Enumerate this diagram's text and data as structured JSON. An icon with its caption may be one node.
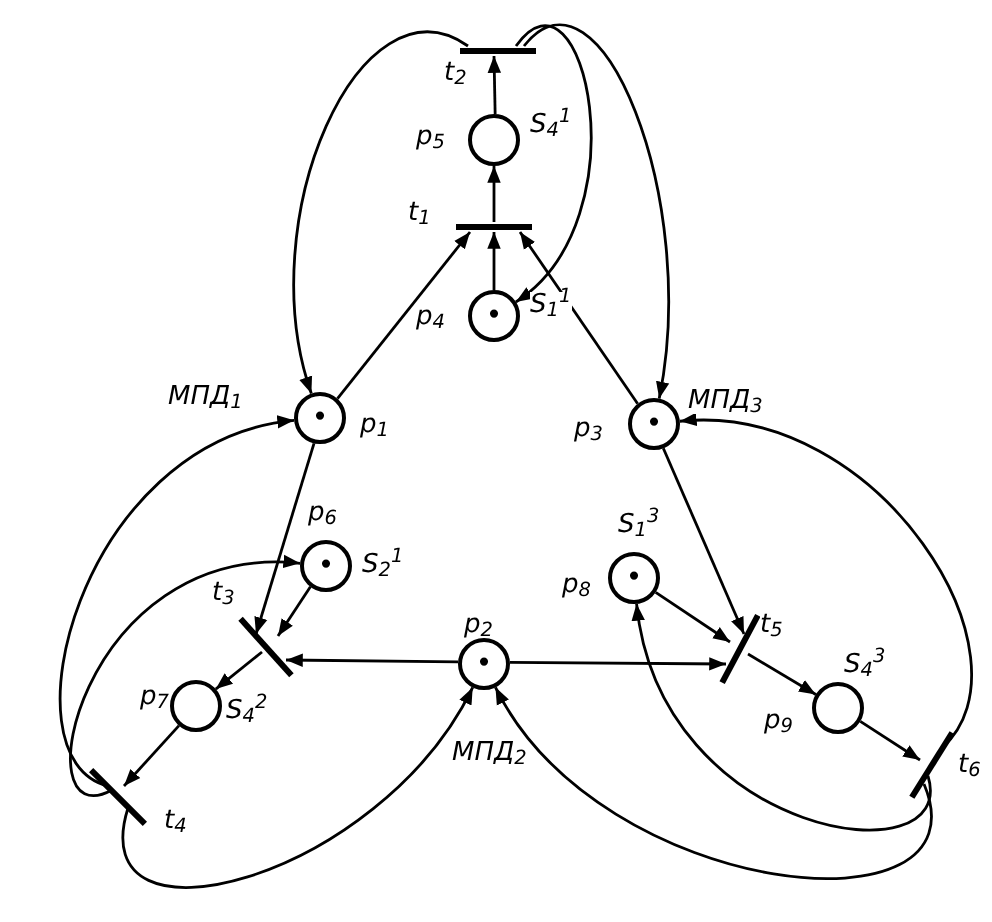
{
  "diagram": {
    "nodes": [
      {
        "text": [],
        "shape": "bar",
        "beside": [
          "t$_{2}$"
        ]
      },
      {
        "text": [],
        "shape": "circle",
        "beside": [
          "p$_{5}$",
          "S$_{4}$$^{1}$"
        ]
      },
      {
        "text": [],
        "shape": "bar",
        "beside": [
          "t$_{1}$"
        ]
      },
      {
        "text": [
          "•"
        ],
        "beside": [
          "p$_{4}$",
          "S$_{1}$$^{1}$"
        ]
      },
      {
        "text": [
          "•"
        ],
        "beside": [
          "p$_{1}$",
          "МПД$_{1}$"
        ]
      },
      {
        "text": [
          "•"
        ],
        "beside": [
          "p$_{3}$",
          "МПД$_{3}$"
        ]
      },
      {
        "text": [
          "•"
        ],
        "beside": [
          "p$_{6}$",
          "S$_{2}$$^{1}$"
        ]
      },
      {
        "text": [
          "•"
        ],
        "beside": [
          "p$_{8}$",
          "S$_{1}$$^{3}$"
        ]
      },
      {
        "text": [
          "•"
        ],
        "beside": [
          "p$_{2}$",
          "МПД$_{2}$"
        ]
      },
      {
        "text": [],
        "shape": "bar",
        "beside": [
          "t$_{3}$"
        ]
      },
      {
        "text": [],
        "shape": "bar",
        "beside": [
          "t$_{5}$"
        ]
      },
      {
        "text": [],
        "shape": "circle",
        "beside": [
          "p$_{7}$",
          "S$_{4}$$^{2}$"
        ]
      },
      {
        "text": [],
        "shape": "circle",
        "beside": [
          "p$_{9}$",
          "S$_{4}$$^{3}$"
        ]
      },
      {
        "text": [],
        "shape": "bar",
        "beside": [
          "t$_{4}$"
        ]
      },
      {
        "text": [],
        "shape": "bar",
        "beside": [
          "t$_{6}$"
        ]
      }
    ],
    "edges": [
      {
        "from": 4,
        "to": 2,
        "arrow": "to"
      },
      {
        "from": 5,
        "to": 2,
        "arrow": "to"
      },
      {
        "from": 3,
        "to": 2,
        "arrow": "to"
      },
      {
        "from": 2,
        "to": 1,
        "arrow": "to"
      },
      {
        "from": 1,
        "to": 0,
        "arrow": "to"
      },
      {
        "from": 0,
        "to": 4,
        "arrow": "to"
      },
      {
        "from": 0,
        "to": 5,
        "arrow": "to"
      },
      {
        "from": 0,
        "to": 3,
        "arrow": "to"
      },
      {
        "from": 4,
        "to": 9,
        "arrow": "to"
      },
      {
        "from": 6,
        "to": 9,
        "arrow": "to"
      },
      {
        "from": 8,
        "to": 9,
        "arrow": "to"
      },
      {
        "from": 9,
        "to": 11,
        "arrow": "to"
      },
      {
        "from": 11,
        "to": 13,
        "arrow": "to"
      },
      {
        "from": 13,
        "to": 4,
        "arrow": "to"
      },
      {
        "from": 13,
        "to": 6,
        "arrow": "to"
      },
      {
        "from": 13,
        "to": 8,
        "arrow": "to"
      },
      {
        "from": 5,
        "to": 10,
        "arrow": "to"
      },
      {
        "from": 7,
        "to": 10,
        "arrow": "to"
      },
      {
        "from": 8,
        "to": 10,
        "arrow": "to"
      },
      {
        "from": 10,
        "to": 12,
        "arrow": "to"
      },
      {
        "from": 12,
        "to": 14,
        "arrow": "to"
      },
      {
        "from": 14,
        "to": 5,
        "arrow": "to"
      },
      {
        "from": 14,
        "to": 7,
        "arrow": "to"
      },
      {
        "from": 14,
        "to": 8,
        "arrow": "to"
      }
    ]
  }
}
